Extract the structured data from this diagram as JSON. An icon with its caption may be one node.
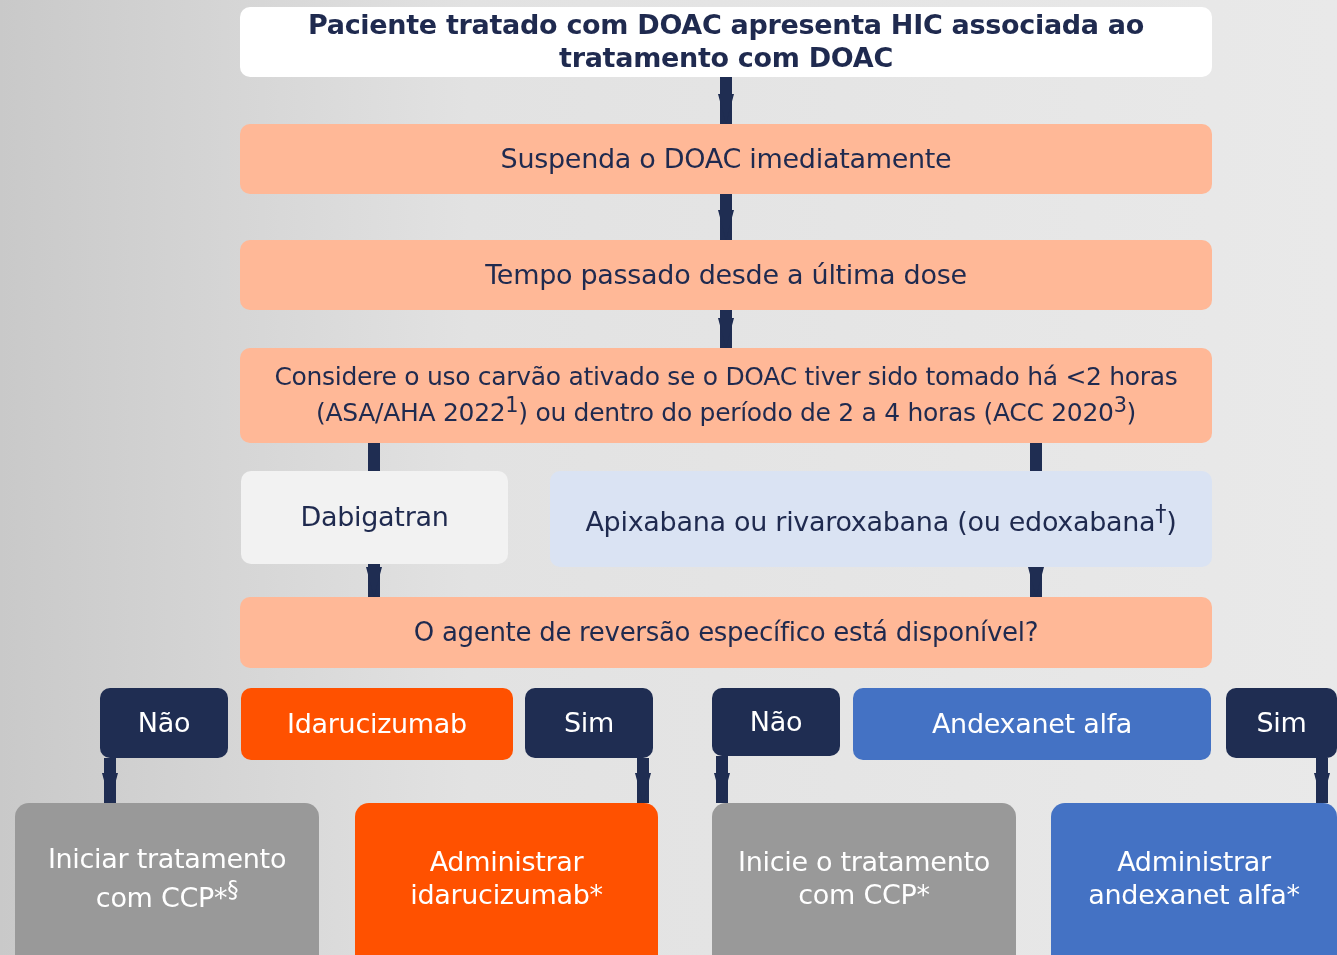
{
  "diagram": {
    "nodes": [
      {
        "text": [
          "Paciente tratado com DOAC apresenta HIC associada ao tratamento com DOAC"
        ]
      },
      {
        "text": [
          "Suspenda o DOAC imediatamente"
        ]
      },
      {
        "text": [
          "Tempo passado desde a última dose"
        ]
      },
      {
        "text": [
          "Considere o uso carvão ativado se o DOAC tiver sido tomado há <2 horas (ASA/AHA 2022$^{1}$) ou dentro do período de 2 a 4 horas (ACC 2020$^{3}$)"
        ]
      },
      {
        "text": [
          "Dabigatran"
        ]
      },
      {
        "text": [
          "Apixabana ou rivaroxabana (ou edoxabana$^{†}$)"
        ]
      },
      {
        "text": [
          "O agente de reversão específico está disponível?"
        ]
      },
      {
        "text": [
          "Não"
        ]
      },
      {
        "text": [
          "Idarucizumab"
        ]
      },
      {
        "text": [
          "Sim"
        ]
      },
      {
        "text": [
          "Não"
        ]
      },
      {
        "text": [
          "Andexanet alfa"
        ]
      },
      {
        "text": [
          "Sim"
        ]
      },
      {
        "text": [
          "Iniciar tratamento com CCP*$^{§}$"
        ]
      },
      {
        "text": [
          "Administrar idarucizumab*"
        ]
      },
      {
        "text": [
          "Inicie o tratamento com CCP*"
        ]
      },
      {
        "text": [
          "Administrar andexanet alfa*"
        ]
      }
    ],
    "edges": [
      {
        "from": 0,
        "to": 1,
        "arrow": "to"
      },
      {
        "from": 1,
        "to": 2,
        "arrow": "to"
      },
      {
        "from": 2,
        "to": 3,
        "arrow": "to"
      },
      {
        "from": 3,
        "to": 4,
        "arrow": "none"
      },
      {
        "from": 3,
        "to": 5,
        "arrow": "none"
      },
      {
        "from": 4,
        "to": 6,
        "arrow": "to"
      },
      {
        "from": 5,
        "to": 6,
        "arrow": "to"
      },
      {
        "from": 7,
        "to": 13,
        "arrow": "to"
      },
      {
        "from": 9,
        "to": 14,
        "arrow": "to"
      },
      {
        "from": 10,
        "to": 15,
        "arrow": "to"
      },
      {
        "from": 12,
        "to": 16,
        "arrow": "to"
      }
    ]
  }
}
